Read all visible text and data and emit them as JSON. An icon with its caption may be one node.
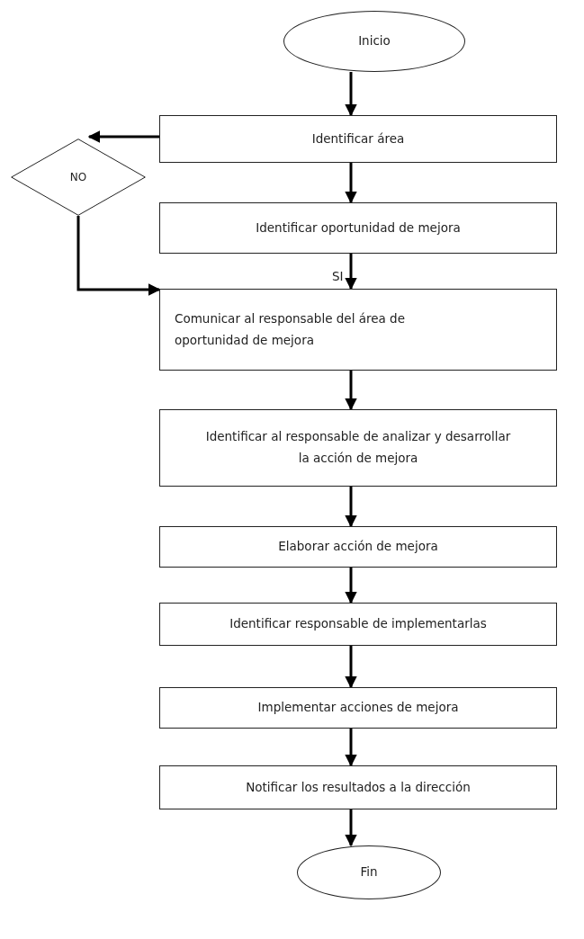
{
  "diagram": {
    "nodes": [
      {
        "text": [
          "Inicio"
        ]
      },
      {
        "text": [
          "Identificar área"
        ]
      },
      {
        "text": [
          "NO"
        ]
      },
      {
        "text": [
          "Identificar oportunidad de mejora"
        ]
      },
      {
        "text": [
          "Comunicar al responsable del área de oportunidad de mejora"
        ]
      },
      {
        "text": [
          "Identificar al responsable de analizar y desarrollar la acción de mejora"
        ]
      },
      {
        "text": [
          "Elaborar acción de mejora"
        ]
      },
      {
        "text": [
          "Identificar responsable de implementarlas"
        ]
      },
      {
        "text": [
          "Implementar acciones de mejora"
        ]
      },
      {
        "text": [
          "Notificar los resultados a la dirección"
        ]
      },
      {
        "text": [
          "Fin"
        ]
      }
    ],
    "edges": [
      {
        "from": 0,
        "to": 1,
        "arrow": "to"
      },
      {
        "from": 1,
        "to": 2,
        "arrow": "to"
      },
      {
        "from": 1,
        "to": 3,
        "arrow": "to"
      },
      {
        "from": 3,
        "to": 4,
        "label": "SI",
        "arrow": "to"
      },
      {
        "from": 2,
        "to": 4,
        "arrow": "to"
      },
      {
        "from": 4,
        "to": 5,
        "arrow": "to"
      },
      {
        "from": 5,
        "to": 6,
        "arrow": "to"
      },
      {
        "from": 6,
        "to": 7,
        "arrow": "to"
      },
      {
        "from": 7,
        "to": 8,
        "arrow": "to"
      },
      {
        "from": 8,
        "to": 9,
        "arrow": "to"
      },
      {
        "from": 9,
        "to": 10,
        "arrow": "to"
      }
    ]
  }
}
